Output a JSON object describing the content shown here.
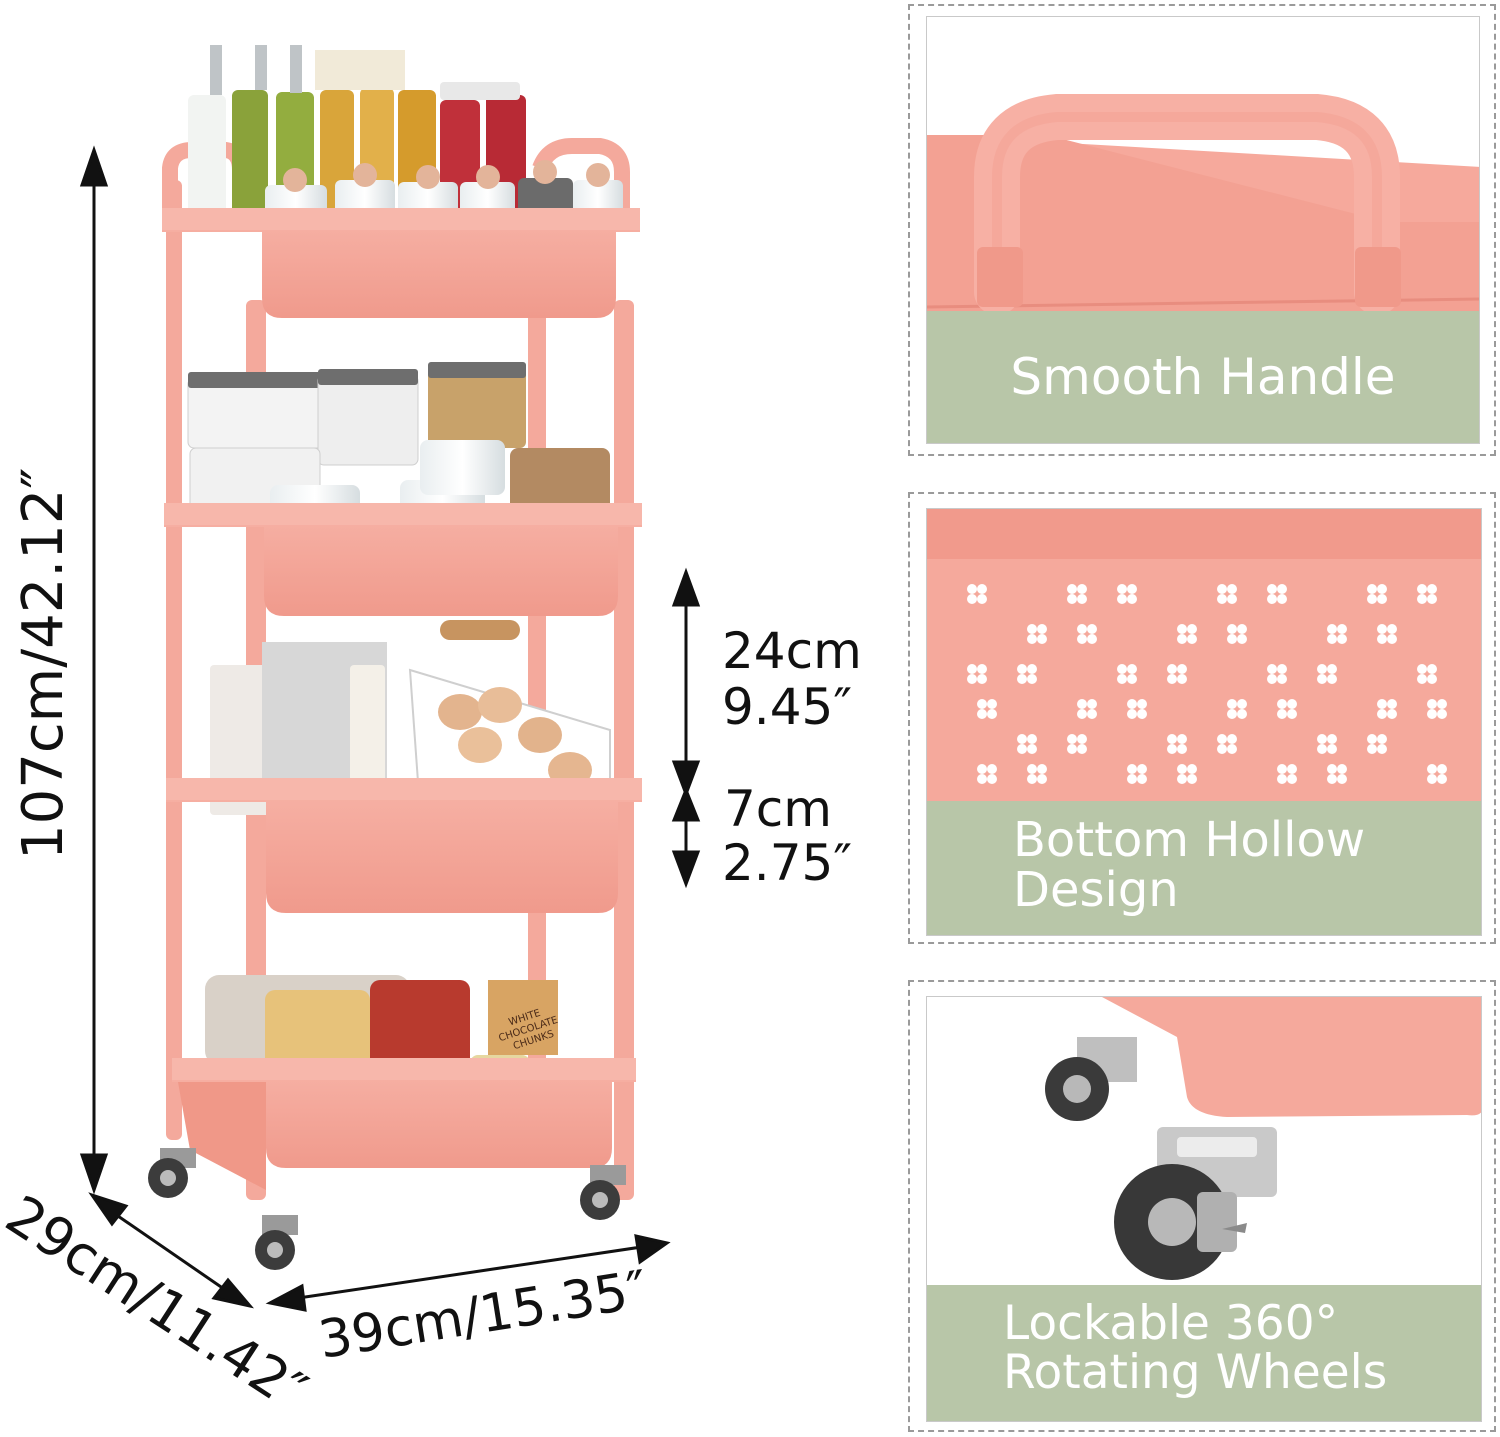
{
  "dimensions": {
    "height": "107cm/42.12″",
    "depth": "29cm/11.42″",
    "width": "39cm/15.35″",
    "shelf_gap_cm": "24cm",
    "shelf_gap_in": "9.45″",
    "basket_depth_cm": "7cm",
    "basket_depth_in": "2.75″"
  },
  "panels": {
    "handle": {
      "caption": "Smooth Handle"
    },
    "bottom": {
      "caption_line1": "Bottom Hollow",
      "caption_line2": "Design"
    },
    "wheels": {
      "caption_line1": "Lockable 360°",
      "caption_line2": "Rotating Wheels"
    }
  },
  "label_texts": {
    "chocolate": [
      "WHITE",
      "CHOCOLATE",
      "CHUNKS"
    ]
  },
  "colors": {
    "cart_pink": "#f4a99c",
    "cart_pink_dark": "#e8897b",
    "caption_green": "#b8c6a8",
    "panel_pink_bg": "#f7b0a4"
  }
}
